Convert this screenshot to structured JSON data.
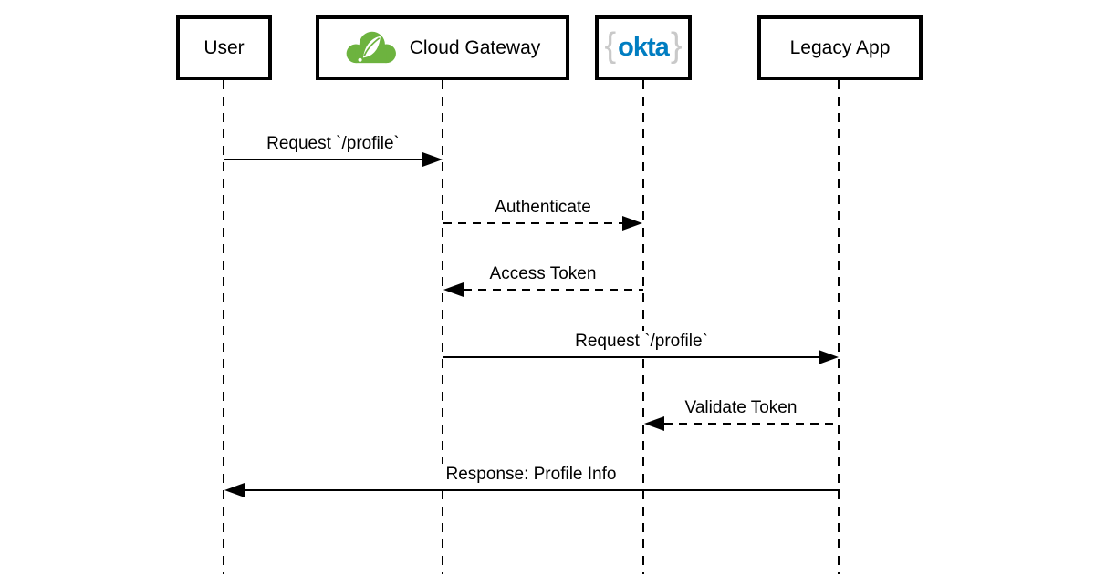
{
  "diagram_type": "sequence-diagram",
  "actors": [
    {
      "id": "user",
      "label": "User"
    },
    {
      "id": "cloud-gateway",
      "label": "Cloud Gateway",
      "icon": "spring-cloud-logo"
    },
    {
      "id": "okta",
      "logo": {
        "left_brace": "{",
        "word": "okta",
        "right_brace": "}"
      }
    },
    {
      "id": "legacy-app",
      "label": "Legacy App"
    }
  ],
  "messages": [
    {
      "label": "Request `/profile`",
      "from": "User",
      "to": "Cloud Gateway",
      "line": "solid",
      "arrow": "right"
    },
    {
      "label": "Authenticate",
      "from": "Cloud Gateway",
      "to": "Okta",
      "line": "dashed",
      "arrow": "right"
    },
    {
      "label": "Access Token",
      "from": "Okta",
      "to": "Cloud Gateway",
      "line": "dashed",
      "arrow": "left"
    },
    {
      "label": "Request `/profile`",
      "from": "Cloud Gateway",
      "to": "Legacy App",
      "line": "solid",
      "arrow": "right"
    },
    {
      "label": "Validate Token",
      "from": "Legacy App",
      "to": "Okta",
      "line": "dashed",
      "arrow": "left"
    },
    {
      "label": "Response: Profile Info",
      "from": "Legacy App",
      "to": "User",
      "line": "solid",
      "arrow": "left"
    }
  ],
  "colors": {
    "line": "#000000",
    "background": "#ffffff",
    "spring_green": "#6db33f",
    "okta_blue": "#007dc1",
    "okta_brace_gray": "#c9c9c9"
  }
}
